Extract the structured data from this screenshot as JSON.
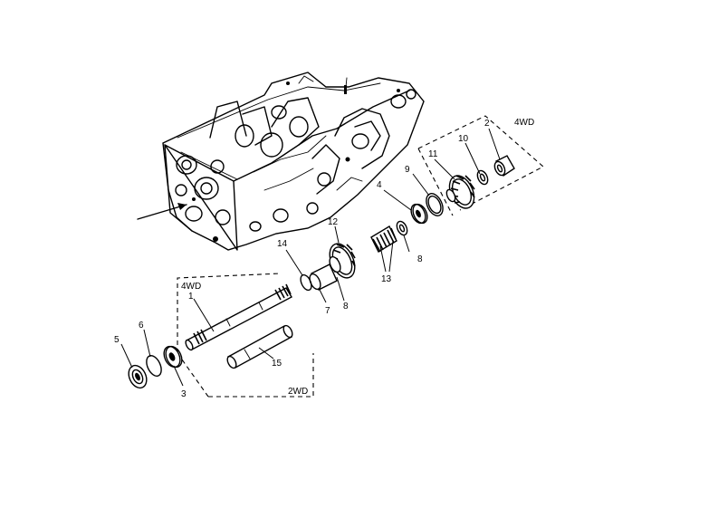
{
  "callouts": {
    "c1": "1",
    "c2": "2",
    "c3": "3",
    "c4": "4",
    "c5": "5",
    "c6": "6",
    "c7": "7",
    "c8a": "8",
    "c8b": "8",
    "c9": "9",
    "c10": "10",
    "c11": "11",
    "c12": "12",
    "c13": "13",
    "c14": "14",
    "c15": "15"
  },
  "groups": {
    "upper_4wd": "4WD",
    "lower_4wd": "4WD",
    "lower_2wd": "2WD"
  },
  "colors": {
    "ink": "#000000",
    "paper": "#ffffff"
  }
}
